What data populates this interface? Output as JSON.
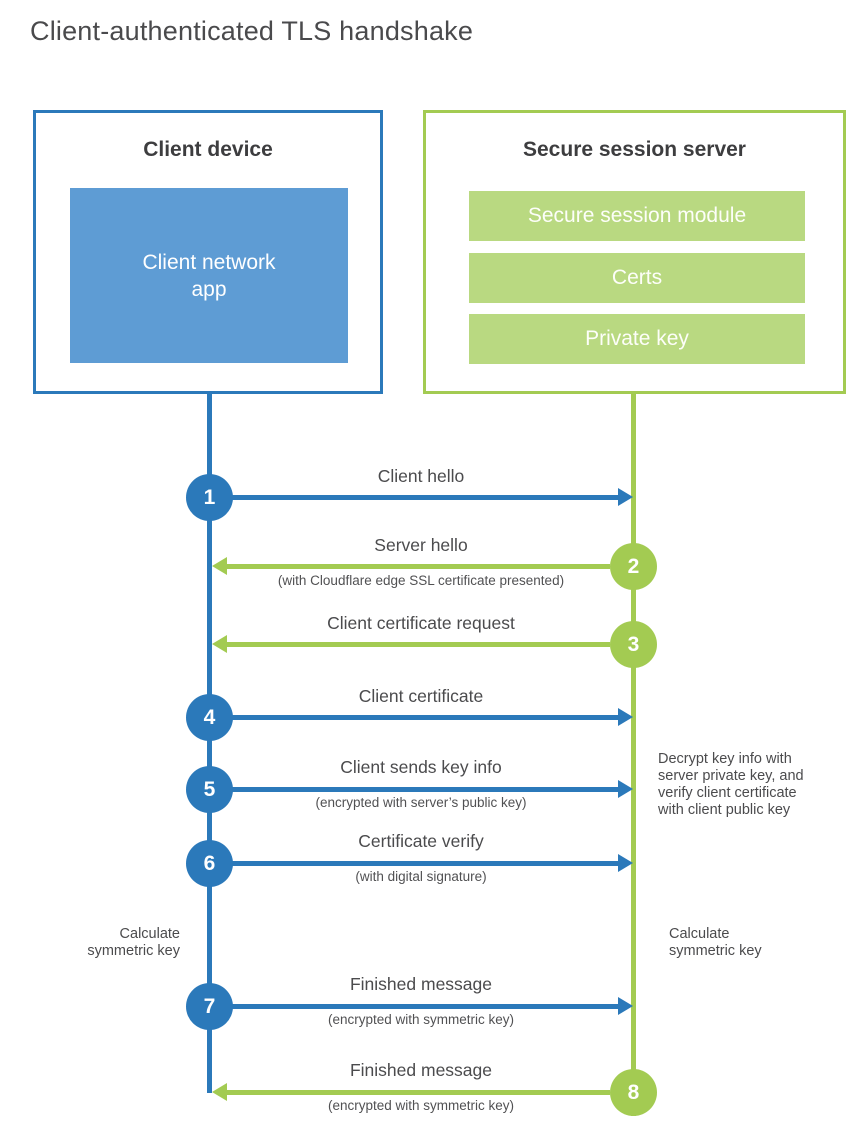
{
  "page": {
    "title": "Client-authenticated TLS handshake"
  },
  "client": {
    "title": "Client device",
    "app_label": "Client network app"
  },
  "server": {
    "title": "Secure session server",
    "modules": [
      "Secure session module",
      "Certs",
      "Private key"
    ]
  },
  "steps": [
    {
      "num": "1",
      "direction": "client-to-server",
      "label": "Client hello",
      "sub": ""
    },
    {
      "num": "2",
      "direction": "server-to-client",
      "label": "Server hello",
      "sub": "(with Cloudflare edge SSL certificate presented)"
    },
    {
      "num": "3",
      "direction": "server-to-client",
      "label": "Client certificate request",
      "sub": ""
    },
    {
      "num": "4",
      "direction": "client-to-server",
      "label": "Client certificate",
      "sub": ""
    },
    {
      "num": "5",
      "direction": "client-to-server",
      "label": "Client sends key info",
      "sub": "(encrypted with server’s public key)"
    },
    {
      "num": "6",
      "direction": "client-to-server",
      "label": "Certificate verify",
      "sub": "(with digital signature)"
    },
    {
      "num": "7",
      "direction": "client-to-server",
      "label": "Finished message",
      "sub": "(encrypted with symmetric key)"
    },
    {
      "num": "8",
      "direction": "server-to-client",
      "label": "Finished message",
      "sub": "(encrypted with symmetric key)"
    }
  ],
  "notes": {
    "decrypt": "Decrypt key info with\nserver private key, and\nverify client certificate\nwith client public key",
    "calc_left": "Calculate\nsymmetric key",
    "calc_right": "Calculate\nsymmetric key"
  },
  "colors": {
    "blue_stroke": "#2b79ba",
    "blue_fill": "#5e9cd4",
    "green_stroke": "#a3cb52",
    "green_fill": "#b9d981"
  }
}
